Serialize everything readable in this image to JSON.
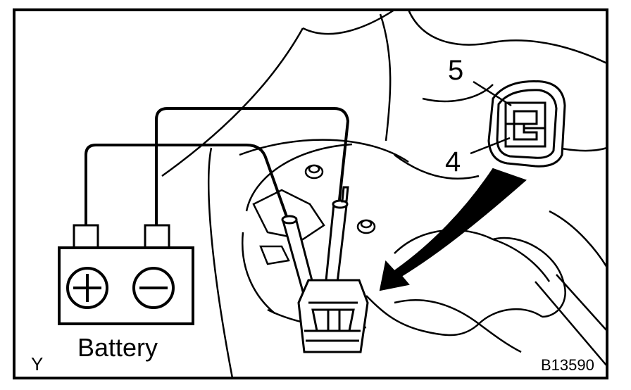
{
  "labels": {
    "battery": "Battery",
    "terminal_5": "5",
    "terminal_4": "4",
    "corner_mark": "Y",
    "figure_code": "B13590"
  },
  "battery": {
    "positive_symbol": "plus-icon",
    "negative_symbol": "minus-icon"
  },
  "colors": {
    "ink": "#000000",
    "paper": "#ffffff"
  }
}
